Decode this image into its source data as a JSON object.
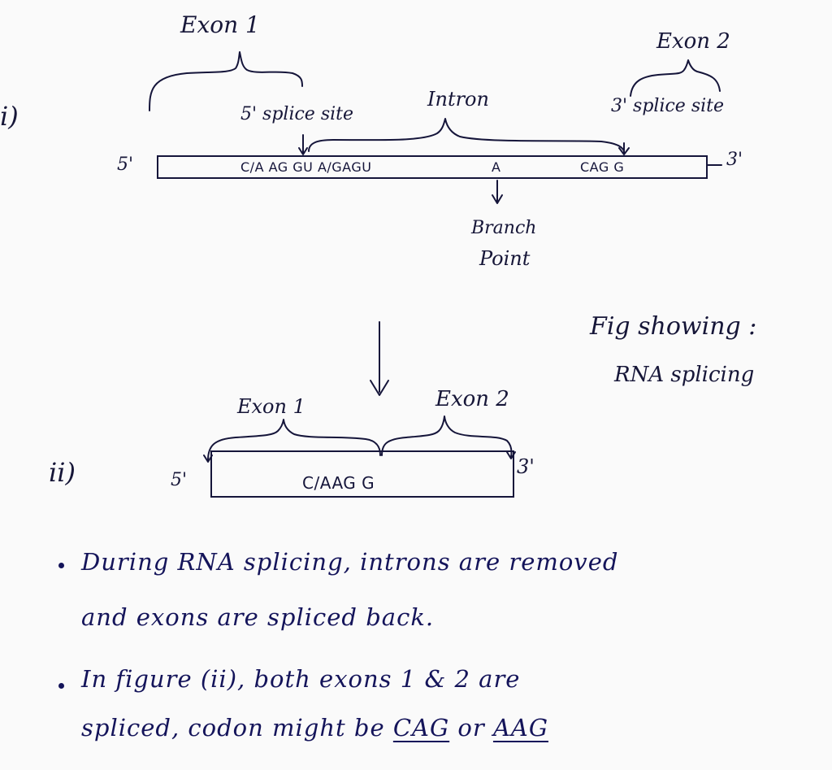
{
  "part_i": {
    "label": "i)",
    "exon1_label": "Exon 1",
    "exon2_label": "Exon 2",
    "intron_label": "Intron",
    "five_splice_label": "5' splice site",
    "three_splice_label": "3' splice site",
    "five_end": "5'",
    "three_end": "3'",
    "seq_left": "C/A AG GU A/GAGU",
    "seq_branch": "A",
    "seq_right": "CAG G",
    "branch_label_1": "Branch",
    "branch_label_2": "Point"
  },
  "caption": {
    "line1": "Fig showing :",
    "line2": "RNA splicing"
  },
  "part_ii": {
    "label": "ii)",
    "exon1_label": "Exon 1",
    "exon2_label": "Exon 2",
    "five_end": "5'",
    "three_end": "3'",
    "seq": "C/AAG G"
  },
  "notes": {
    "bullet1_line1": "During RNA splicing, introns are removed",
    "bullet1_line2": "and exons are spliced back.",
    "bullet2_line1": "In figure (ii), both exons 1 & 2 are",
    "bullet2_line2_a": "spliced, codon might be",
    "bullet2_code1": "CAG",
    "bullet2_or": "or",
    "bullet2_code2": "AAG"
  }
}
